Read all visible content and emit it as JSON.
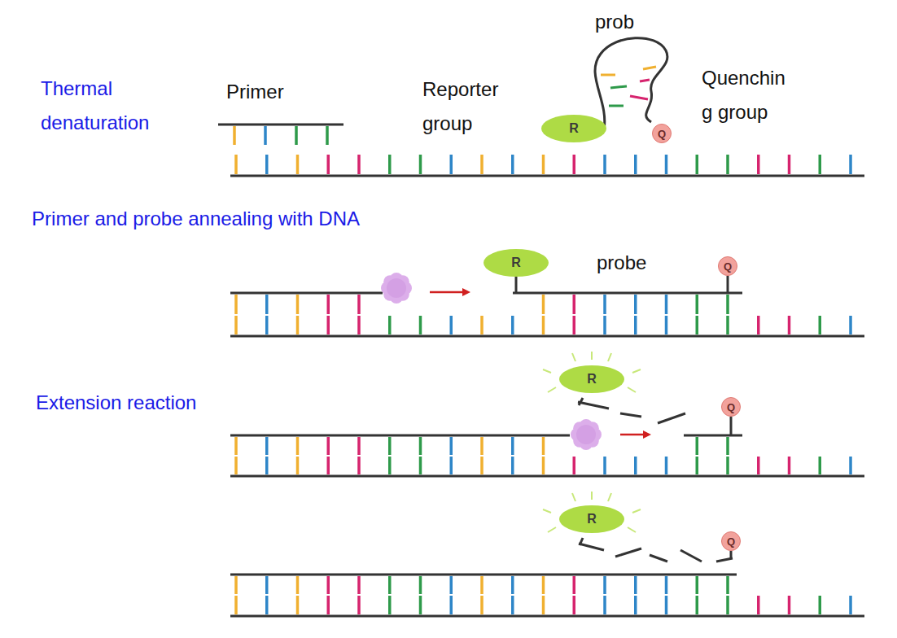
{
  "diagram": {
    "nodes": [
      {
        "text": [
          "R"
        ]
      },
      {
        "text": [
          "Q"
        ]
      },
      {
        "text": [
          "R"
        ]
      },
      {
        "text": [
          "Q"
        ]
      },
      {
        "text": [
          "R"
        ]
      },
      {
        "text": [
          "Q"
        ]
      },
      {
        "text": [
          "R"
        ]
      },
      {
        "text": [
          "Q"
        ]
      }
    ],
    "labels": [
      "Thermal denaturation",
      "Primer",
      "Reporter group",
      "prob",
      "Quenchin g group",
      "Primer and probe annealing with DNA",
      "probe",
      "Extension reaction"
    ]
  }
}
